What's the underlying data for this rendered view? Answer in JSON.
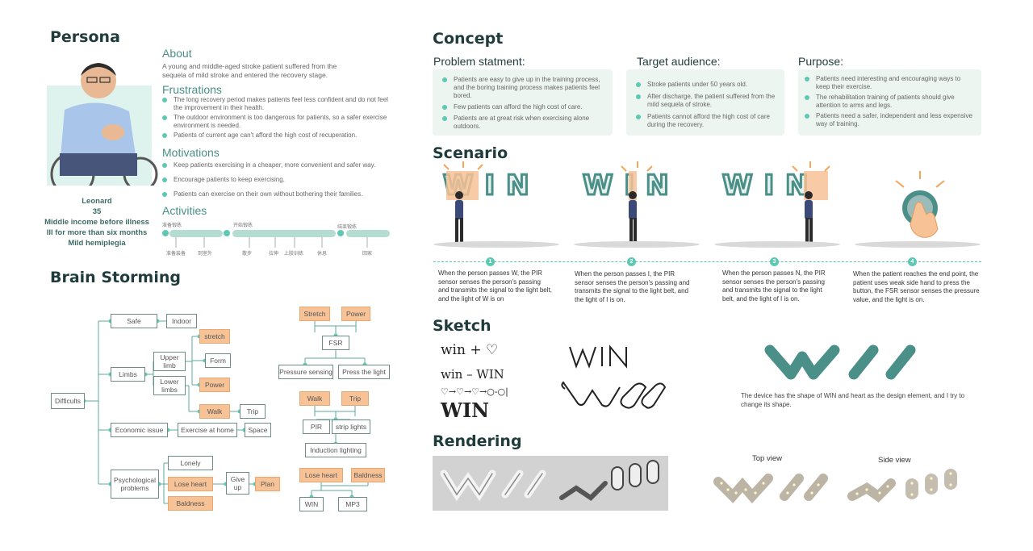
{
  "persona": {
    "title": "Persona",
    "about_heading": "About",
    "about_text": "A young and middle-aged stroke patient suffered from the sequela of mild stroke and entered the recovery stage.",
    "frustrations_heading": "Frustrations",
    "frustrations": [
      "The long recovery period makes patients feel less confident and do not feel the improvement in their health.",
      "The outdoor environment is too dangerous for patients, so a safer exercise environment is needed.",
      "Patients of current age can't afford the high cost of recuperation."
    ],
    "motivations_heading": "Motivations",
    "motivations": [
      "Keep patients exercising in a cheaper, more convenient and safer way.",
      "Encourage patients to keep exercising.",
      "Patients can exercise on their own without bothering their families."
    ],
    "activities_heading": "Activities",
    "activities": {
      "phases": [
        "准备锻练",
        "开始锻练",
        "结束锻练"
      ],
      "steps": [
        "准备装备",
        "到室外",
        "散步",
        "拉伸",
        "上肢训练",
        "休息",
        "回家"
      ]
    },
    "name": "Leonard",
    "age": "35",
    "details": [
      "Middle income before illness",
      "Ill for more than six months",
      "Mild hemiplegia"
    ]
  },
  "brainstorm": {
    "title": "Brain Storming",
    "tree": {
      "root": "Difficults",
      "safe": "Safe",
      "indoor": "Indoor",
      "limbs": "Limbs",
      "upper": "Upper limb",
      "lower": "Lower limbs",
      "stretch": "stretch",
      "form": "Form",
      "power": "Power",
      "walk": "Walk",
      "trip": "Trip",
      "economic": "Economic issue",
      "exercise_home": "Exercise at home",
      "space": "Space",
      "psych": "Psychological problems",
      "lonely": "Lonely",
      "lose_heart": "Lose heart",
      "baldness": "Baldness",
      "give_up": "Give up",
      "plan": "Plan"
    },
    "tech": {
      "stretch": "Stretch",
      "power": "Power",
      "fsr": "FSR",
      "pressure": "Pressure sensing",
      "press_light": "Press the light",
      "walk": "Walk",
      "trip": "Trip",
      "pir": "PIR",
      "strip": "strip lights",
      "induction": "Induction lighting",
      "lose_heart": "Lose heart",
      "baldness": "Baldness",
      "win": "WIN",
      "mp3": "MP3"
    }
  },
  "concept": {
    "title": "Concept",
    "problem_heading": "Problem statment:",
    "problem": [
      "Patients are easy to give up in the training process, and the boring training process makes patients feel bored.",
      "Few patients can afford the high cost of care.",
      "Patients are at great risk when exercising alone outdoors."
    ],
    "target_heading": "Target audience:",
    "target": [
      "Stroke patients under 50 years old.",
      "After discharge, the patient suffered from the mild sequela of stroke.",
      "Patients cannot afford the high cost of care during the recovery."
    ],
    "purpose_heading": "Purpose:",
    "purpose": [
      "Patients need interesting and encouraging ways to keep their exercise.",
      "The rehabilitation training of patients should give attention to arms and legs.",
      "Patients need a safer, independent and less expensive way of training."
    ]
  },
  "scenario": {
    "title": "Scenario",
    "word": "WIN",
    "steps": [
      {
        "num": "1",
        "text": "When the person passes W, the PIR sensor senses the person's passing and transmits the signal to the light belt, and the light of W is on"
      },
      {
        "num": "2",
        "text": "When the person passes I, the PIR sensor senses the person's passing and transmits the signal to the light belt, and the light of I is on."
      },
      {
        "num": "3",
        "text": "When the person passes N, the PIR sensor senses the person's passing and transmits the signal to the light belt, and the light of I is on."
      },
      {
        "num": "4",
        "text": "When the patient reaches the end point, the patient uses weak side hand to press the button, the FSR sensor senses the pressure value, and the light is on."
      }
    ]
  },
  "sketch": {
    "title": "Sketch",
    "lines": [
      "win + ♡",
      "win – WIN",
      "♡→♡→♡→○-○|",
      "WIN"
    ],
    "caption": "The device has the shape of WIN and heart as the design element, and I try to change its shape."
  },
  "rendering": {
    "title": "Rendering",
    "top_view": "Top view",
    "side_view": "Side view"
  },
  "colors": {
    "teal": "#4a8f88",
    "mint": "#5ec9b2",
    "orange": "#f7c296",
    "card": "#edf5f1"
  }
}
